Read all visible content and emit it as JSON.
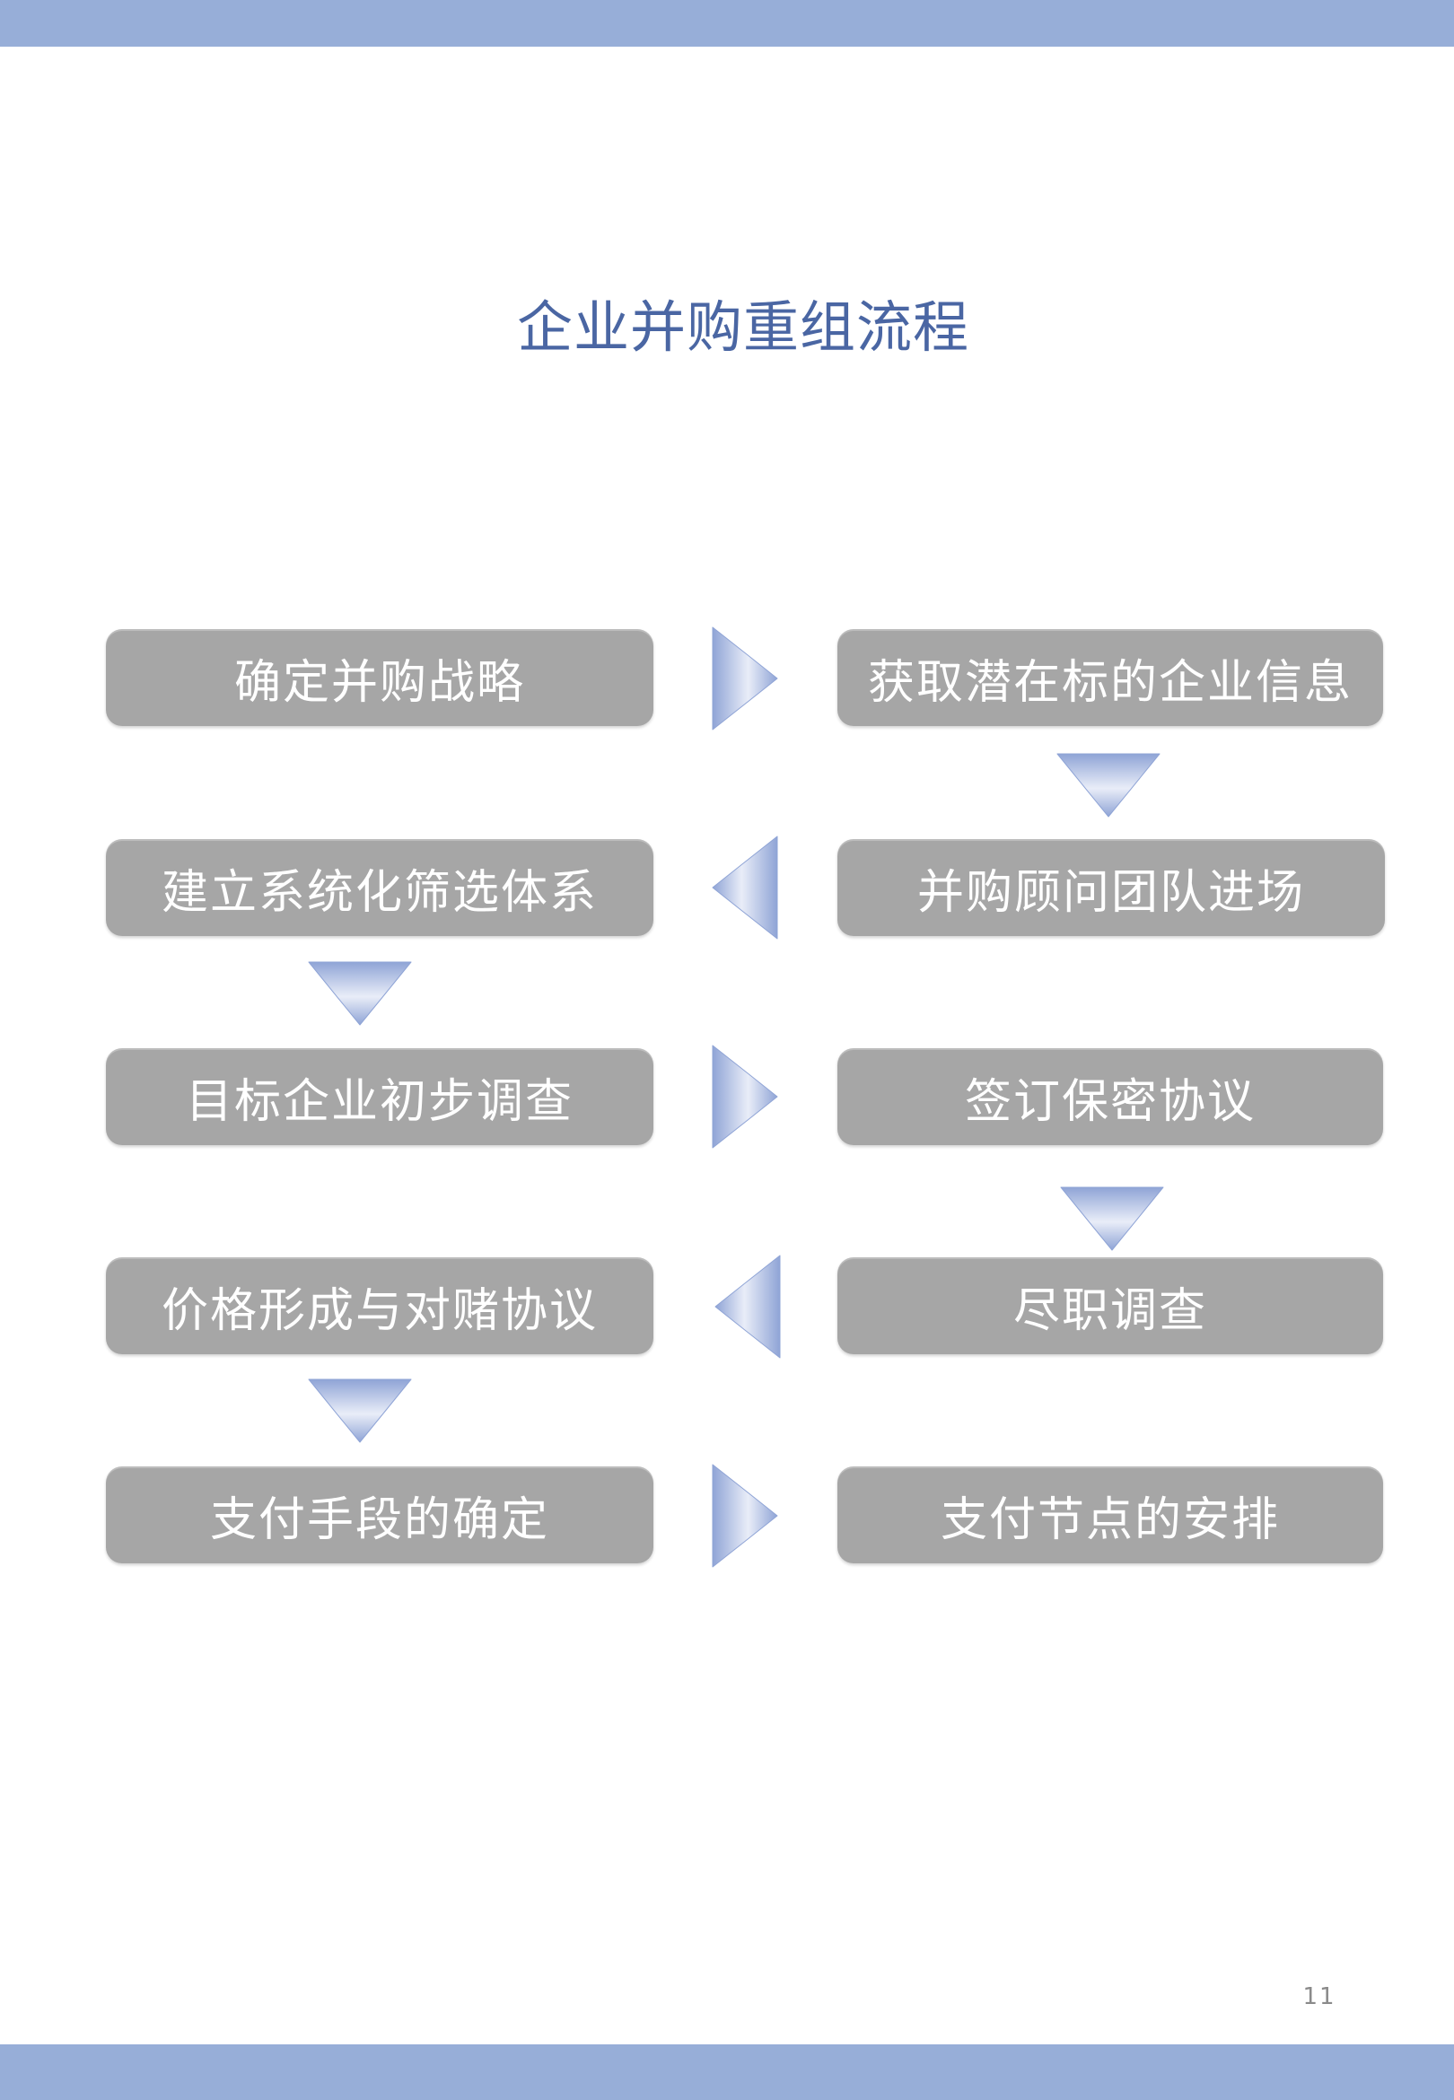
{
  "title": "企业并购重组流程",
  "colors": {
    "band": "#97aed8",
    "title": "#4a66a3",
    "box": "#a6a6a6",
    "arrow_dark": "#8fa4d6",
    "arrow_light": "#e9edf8"
  },
  "steps": [
    {
      "label": "确定并购战略"
    },
    {
      "label": "获取潜在标的企业信息"
    },
    {
      "label": "并购顾问团队进场"
    },
    {
      "label": "建立系统化筛选体系"
    },
    {
      "label": "目标企业初步调查"
    },
    {
      "label": "签订保密协议"
    },
    {
      "label": "尽职调查"
    },
    {
      "label": "价格形成与对赌协议"
    },
    {
      "label": "支付手段的确定"
    },
    {
      "label": "支付节点的安排"
    }
  ],
  "flow_arrows": [
    {
      "from": 0,
      "to": 1,
      "direction": "right"
    },
    {
      "from": 1,
      "to": 2,
      "direction": "down"
    },
    {
      "from": 2,
      "to": 3,
      "direction": "left"
    },
    {
      "from": 3,
      "to": 4,
      "direction": "down"
    },
    {
      "from": 4,
      "to": 5,
      "direction": "right"
    },
    {
      "from": 5,
      "to": 6,
      "direction": "down"
    },
    {
      "from": 6,
      "to": 7,
      "direction": "left"
    },
    {
      "from": 7,
      "to": 8,
      "direction": "down"
    },
    {
      "from": 8,
      "to": 9,
      "direction": "right"
    }
  ],
  "page_number": "11"
}
